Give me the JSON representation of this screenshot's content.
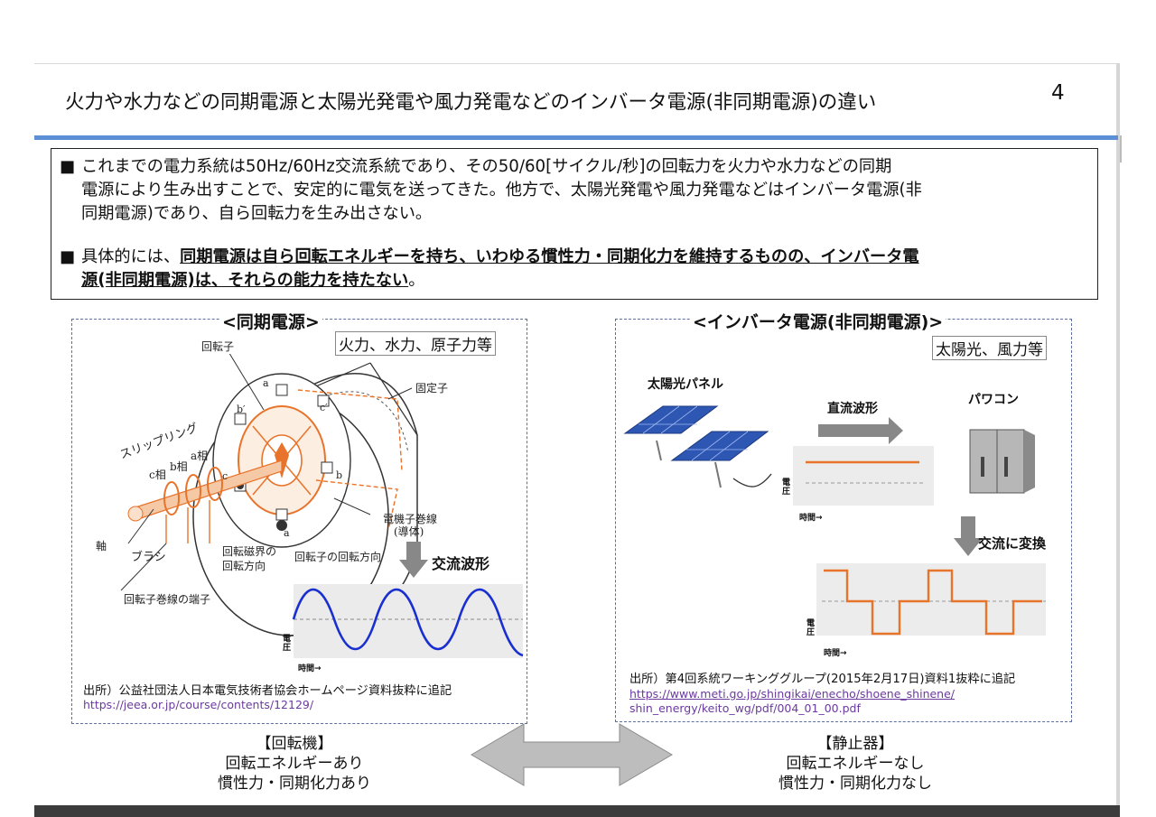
{
  "title": "火力や水力などの同期電源と太陽光発電や風力発電などのインバータ電源(非同期電源)の違い",
  "page_number": "4",
  "bullets": {
    "b1_l1": "これまでの電力系統は50Hz/60Hz交流系統であり、その50/60[サイクル/秒]の回転力を火力や水力などの同期",
    "b1_l2": "電源により生み出すことで、安定的に電気を送ってきた。他方で、太陽光発電や風力発電などはインバータ電源(非",
    "b1_l3": "同期電源)であり、自ら回転力を生み出さない。",
    "b2_pre": "具体的には、",
    "b2_bold1": "同期電源は自ら回転エネルギーを持ち、いわゆる慣性力・同期化力を維持するものの、インバータ電",
    "b2_bold2": "源(非同期電源)は、それらの能力を持たない",
    "b2_end": "。"
  },
  "left_panel": {
    "heading": "<同期電源>",
    "tag": "火力、水力、原子力等",
    "labels": {
      "rotor": "回転子",
      "stator": "固定子",
      "slip_ring": "スリップリング",
      "c_phase": "c相",
      "b_phase": "b相",
      "a_phase": "a相",
      "shaft": "軸",
      "brush": "ブラシ",
      "field_dir_1": "回転磁界の",
      "field_dir_2": "回転方向",
      "rotor_dir": "回転子の回転方向",
      "winding_1": "電機子巻線",
      "winding_2": "(導体)",
      "terminal": "回転子巻線の端子",
      "a": "a",
      "a2": "a",
      "b_": "b",
      "b2": "b′",
      "c_": "c",
      "c2": "c′",
      "c3": "c"
    },
    "wave_label": "交流波形",
    "axis_v": "電圧",
    "axis_t": "時間→",
    "source": "出所）公益社団法人日本電気技術者協会ホームページ資料抜粋に追記",
    "url": "https://jeea.or.jp/course/contents/12129/",
    "caption_1": "【回転機】",
    "caption_2": "回転エネルギーあり",
    "caption_3": "慣性力・同期化力あり"
  },
  "right_panel": {
    "heading": "<インバータ電源(非同期電源)>",
    "tag": "太陽光、風力等",
    "solar_label": "太陽光パネル",
    "dc_label": "直流波形",
    "pcs_label": "パワコン",
    "convert_label": "交流に変換",
    "axis_v": "電圧",
    "axis_t": "時間→",
    "source": "出所）第4回系統ワーキンググループ(2015年2月17日)資料1抜粋に追記",
    "url_1": "https://www.meti.go.jp/shingikai/enecho/shoene_shinene/",
    "url_2": "shin_energy/keito_wg/pdf/004_01_00.pdf",
    "caption_1": "【静止器】",
    "caption_2": "回転エネルギーなし",
    "caption_3": "慣性力・同期化力なし"
  },
  "colors": {
    "rule": "#5b8fd6",
    "sine": "#1a2fd0",
    "orange": "#e8732a",
    "arrow_gray": "#888888"
  }
}
